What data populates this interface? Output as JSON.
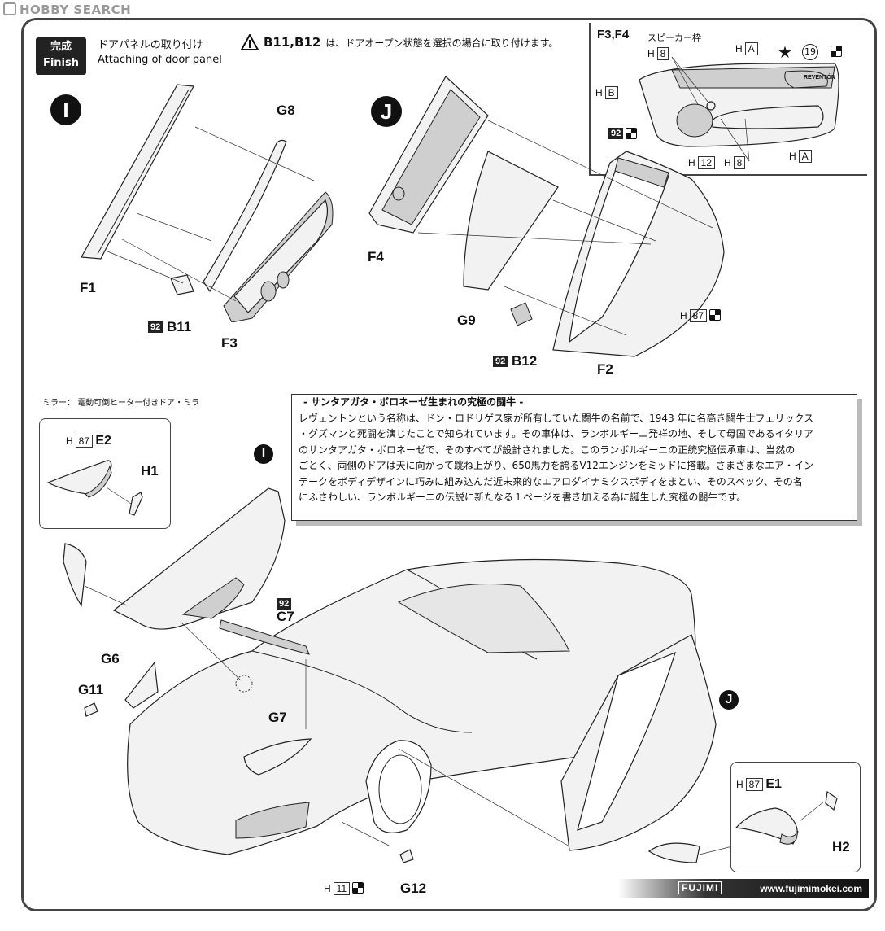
{
  "watermark": "HOBBY SEARCH",
  "header": {
    "finish_jp": "完成",
    "finish_en": "Finish",
    "title_jp": "ドアパネルの取り付け",
    "title_en": "Attaching of door panel",
    "warning_parts": "B11,B12",
    "warning_text": "は、ドアオープン状態を選択の場合に取り付けます。"
  },
  "inset_f3f4": {
    "title": "F3,F4",
    "subtitle": "スピーカー枠",
    "paint_19": "19",
    "reventon": "REVENTÓN",
    "callouts": [
      {
        "prefix": "H",
        "code": "8"
      },
      {
        "prefix": "H",
        "code": "A"
      },
      {
        "prefix": "H",
        "code": "B"
      },
      {
        "prefix": "H",
        "code": "12"
      },
      {
        "prefix": "H",
        "code": "8"
      },
      {
        "prefix": "H",
        "code": "A"
      }
    ],
    "badge_92": "92"
  },
  "step_i": {
    "marker": "I",
    "parts": {
      "f1": "F1",
      "g8": "G8",
      "f3": "F3",
      "b11": "B11",
      "b11_code": "92"
    }
  },
  "step_j": {
    "marker": "J",
    "parts": {
      "f4": "F4",
      "g9": "G9",
      "f2": "F2",
      "b12": "B12",
      "b12_code": "92",
      "h87_prefix": "H",
      "h87": "87"
    }
  },
  "mirror_note": "ミラー：  電動可倒ヒーター付きドア・ミラ",
  "info": {
    "heading": "- サンタアガタ・ボロネーゼ生まれの究極の闘牛 -",
    "lines": [
      "レヴェントンという名称は、ドン・ロドリゲス家が所有していた闘牛の名前で、1943 年に名高き闘牛士フェリックス",
      "・グズマンと死闘を演じたことで知られています。その車体は、ランボルギーニ発祥の地、そして母国であるイタリア",
      "のサンタアガタ・ボロネーゼで、そのすべてが設計されました。このランボルギーニの正統究極伝承車は、当然の",
      "ごとく、両側のドアは天に向かって跳ね上がり、650馬力を誇るV12エンジンをミッドに搭載。さまざまなエア・イン",
      "テークをボディデザインに巧みに組み込んだ近未来的なエアロダイナミクスボディをまとい、そのスペック、その名",
      "にふさわしい、ランボルギーニの伝説に新たなる１ページを書き加える為に誕生した究極の闘牛です。"
    ]
  },
  "assembly": {
    "e2_prefix": "H",
    "e2_code": "87",
    "e2": "E2",
    "h1": "H1",
    "marker_i": "I",
    "marker_j": "J",
    "c7_code": "92",
    "c7": "C7",
    "g6": "G6",
    "g11": "G11",
    "g7": "G7",
    "g12": "G12",
    "h11_prefix": "H",
    "h11": "11",
    "e1_prefix": "H",
    "e1_code": "87",
    "e1": "E1",
    "h2": "H2"
  },
  "footer": {
    "brand": "FUJIMI",
    "url": "www.fujimimokei.com"
  }
}
